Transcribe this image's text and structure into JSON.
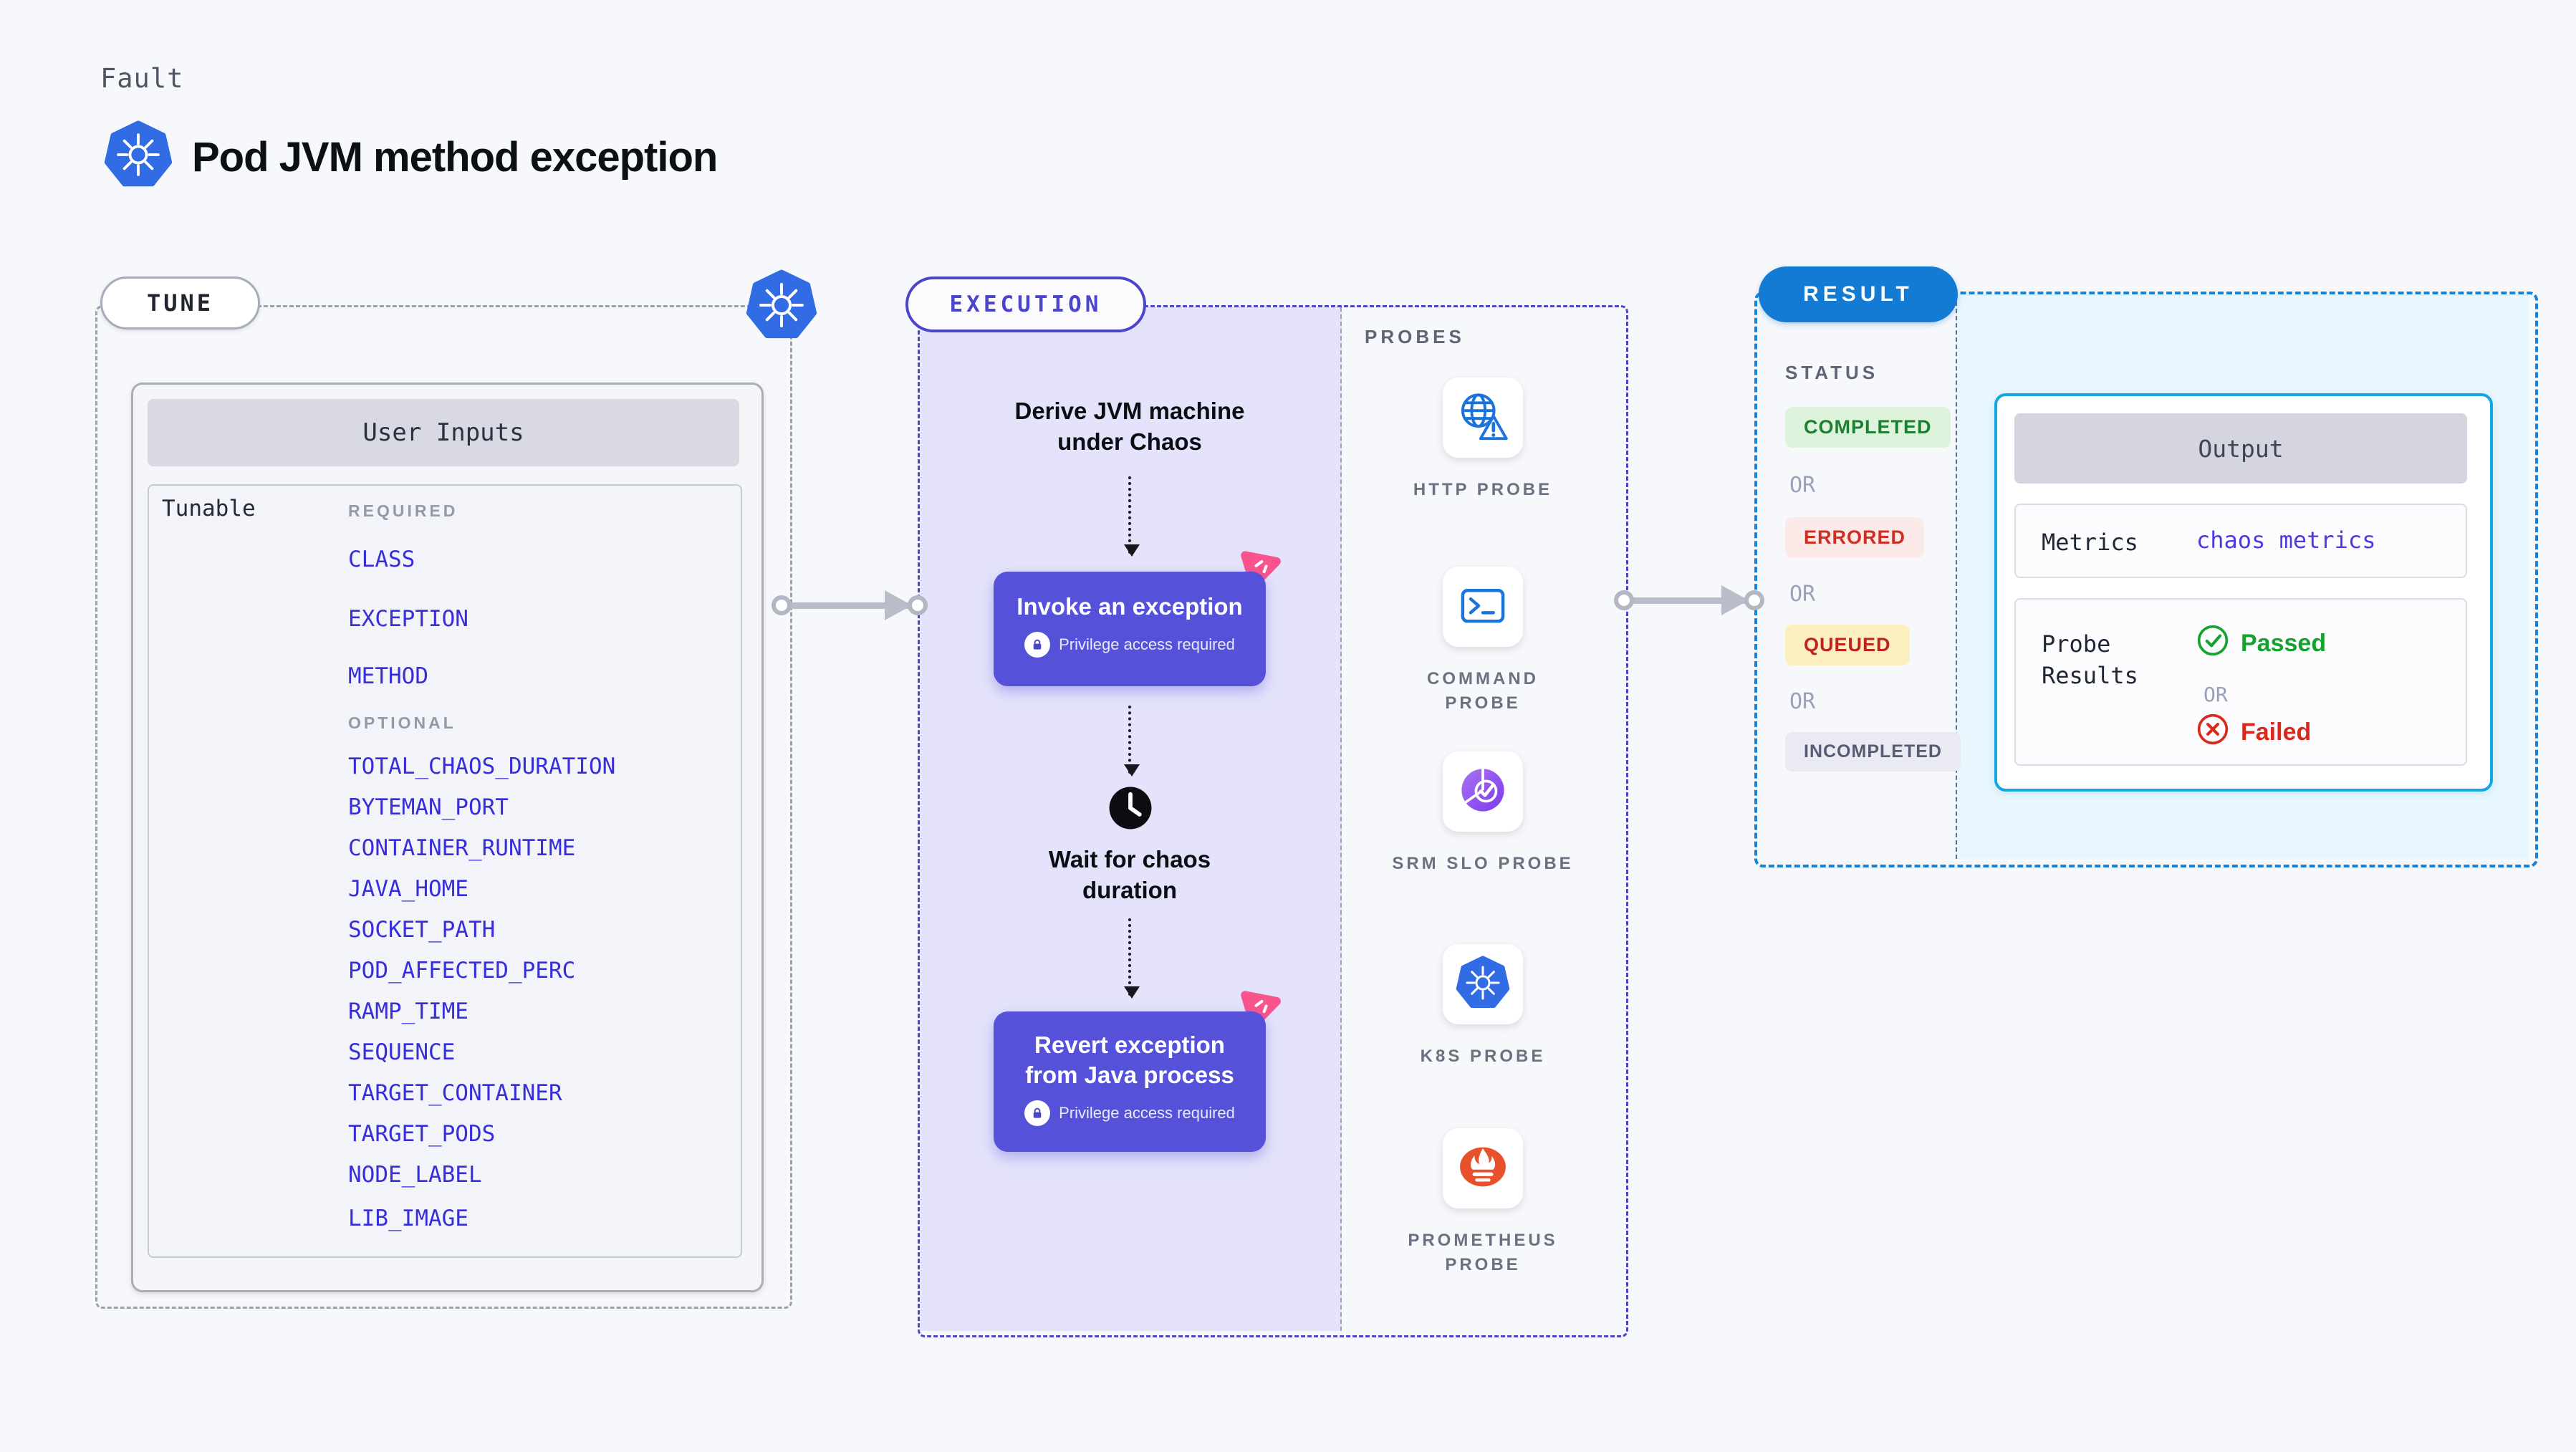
{
  "header": {
    "kicker": "Fault",
    "title": "Pod JVM method exception"
  },
  "tune": {
    "pill": "TUNE",
    "user_inputs": {
      "title": "User Inputs",
      "row_label": "Tunable",
      "groups": [
        {
          "label": "REQUIRED",
          "items": [
            "CLASS",
            "EXCEPTION",
            "METHOD"
          ]
        },
        {
          "label": "OPTIONAL",
          "items": [
            "TOTAL_CHAOS_DURATION",
            "BYTEMAN_PORT",
            "CONTAINER_RUNTIME",
            "JAVA_HOME",
            "SOCKET_PATH",
            "POD_AFFECTED_PERC",
            "RAMP_TIME",
            "SEQUENCE",
            "TARGET_CONTAINER",
            "TARGET_PODS",
            "NODE_LABEL",
            "LIB_IMAGE"
          ]
        }
      ]
    }
  },
  "execution": {
    "pill": "EXECUTION",
    "steps": [
      {
        "type": "label",
        "text": "Derive JVM machine under Chaos"
      },
      {
        "type": "action",
        "title": "Invoke an exception",
        "badge": "Privilege access required"
      },
      {
        "type": "wait",
        "text": "Wait for chaos duration"
      },
      {
        "type": "action",
        "title": "Revert exception from Java process",
        "badge": "Privilege access required"
      }
    ]
  },
  "probes": {
    "label": "PROBES",
    "items": [
      {
        "name": "HTTP PROBE",
        "icon": "globe-alert-icon"
      },
      {
        "name": "COMMAND PROBE",
        "icon": "terminal-icon"
      },
      {
        "name": "SRM SLO PROBE",
        "icon": "slo-gauge-icon"
      },
      {
        "name": "K8S PROBE",
        "icon": "kubernetes-icon"
      },
      {
        "name": "PROMETHEUS PROBE",
        "icon": "prometheus-icon"
      }
    ]
  },
  "result": {
    "pill": "RESULT",
    "status_label": "STATUS",
    "or": "OR",
    "statuses": [
      "COMPLETED",
      "ERRORED",
      "QUEUED",
      "INCOMPLETED"
    ],
    "output": {
      "title": "Output",
      "metrics_label": "Metrics",
      "metrics_value": "chaos metrics",
      "probe_results_label": "Probe Results",
      "passed": "Passed",
      "or": "OR",
      "failed": "Failed"
    }
  },
  "colors": {
    "page_bg": "#f7f8fb",
    "execution_fill": "#e4e3fb",
    "execution_border": "#4b45cb",
    "action_button": "#5551d9",
    "chaos_pink": "#f9548e",
    "result_border": "#1584d8",
    "result_fill": "#e8f6fd",
    "result_pill": "#137bd3",
    "output_border": "#12a7e3",
    "tunable_text": "#362ddb",
    "completed": {
      "bg": "#def3dc",
      "text": "#1d8030"
    },
    "errored": {
      "bg": "#fbeae8",
      "text": "#d12e23"
    },
    "queued": {
      "bg": "#fcefc0",
      "text": "#bf231e"
    },
    "incompleted": {
      "bg": "#e9eaf2",
      "text": "#565d73"
    },
    "passed_green": "#17a12e",
    "failed_red": "#da291c",
    "kubernetes_blue": "#316ce4",
    "prometheus_orange": "#e7512c"
  }
}
